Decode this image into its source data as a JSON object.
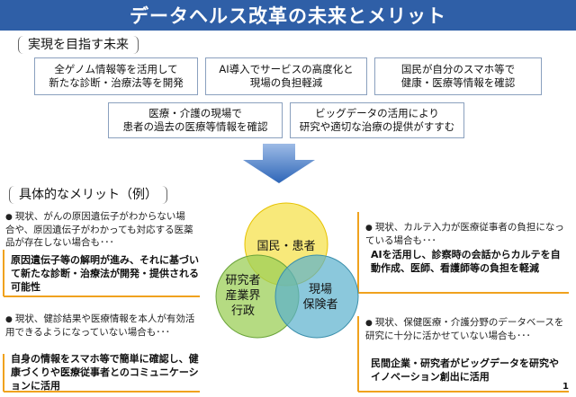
{
  "title": "データヘルス改革の未来とメリット",
  "future_section": {
    "label": "実現を目指す未来",
    "boxes": [
      "全ゲノム情報等を活用して\n新たな診断・治療法等を開発",
      "AI導入でサービスの高度化と\n現場の負担軽減",
      "国民が自分のスマホ等で\n健康・医療等情報を確認",
      "医療・介護の現場で\n患者の過去の医療等情報を確認",
      "ビッグデータの活用により\n研究や適切な治療の提供がすすむ"
    ]
  },
  "merit_section": {
    "label": "具体的なメリット（例）",
    "left": [
      {
        "issue": "現状、がんの原因遺伝子がわからない場合や、原因遺伝子がわかっても対応する医薬品が存在しない場合も･･･",
        "benefit": "原因遺伝子等の解明が進み、それに基づいて新たな診断・治療法が開発・提供される可能性"
      },
      {
        "issue": "現状、健診結果や医療情報を本人が有効活用できるようになっていない場合も･･･",
        "benefit": "自身の情報をスマホ等で簡単に確認し、健康づくりや医療従事者とのコミュニケーションに活用"
      }
    ],
    "right": [
      {
        "issue": "現状、カルテ入力が医療従事者の負担になっている場合も･･･",
        "benefit": "AIを活用し、診察時の会話からカルテを自動作成、医師、看護師等の負担を軽減"
      },
      {
        "issue": "現状、保健医療・介護分野のデータベースを研究に十分に活かせていない場合も･･･",
        "benefit": "民間企業・研究者がビッグデータを研究やイノベーション創出に活用"
      }
    ],
    "venn": {
      "top": "国民・患者",
      "left": "研究者\n産業界\n行政",
      "right": "現場\n保険者",
      "colors": {
        "top": "#f6e24e",
        "left": "#9ccf58",
        "right": "#5ab0cd"
      }
    }
  },
  "page_number": "1",
  "colors": {
    "title_bg": "#2f5fa7",
    "frame": "#f0a21e",
    "arrow": "#2e66b8"
  }
}
